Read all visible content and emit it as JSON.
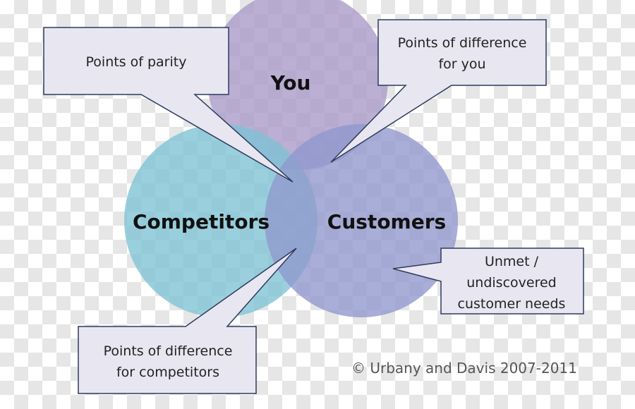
{
  "colors": {
    "you_circle": "#a898c8",
    "competitors_circle": "#7ec3d4",
    "customers_circle": "#8f97cc",
    "callout_fill": "#e8e6f0",
    "callout_stroke": "#2e3a5c"
  },
  "circles": {
    "you": "You",
    "competitors": "Competitors",
    "customers": "Customers"
  },
  "callouts": {
    "parity": [
      "Points of parity"
    ],
    "you_difference": [
      "Points of difference",
      "for you"
    ],
    "unmet": [
      "Unmet /",
      "undiscovered",
      "customer needs"
    ],
    "competitor_difference": [
      "Points of difference",
      "for competitors"
    ]
  },
  "copyright": "© Urbany and Davis 2007-2011"
}
